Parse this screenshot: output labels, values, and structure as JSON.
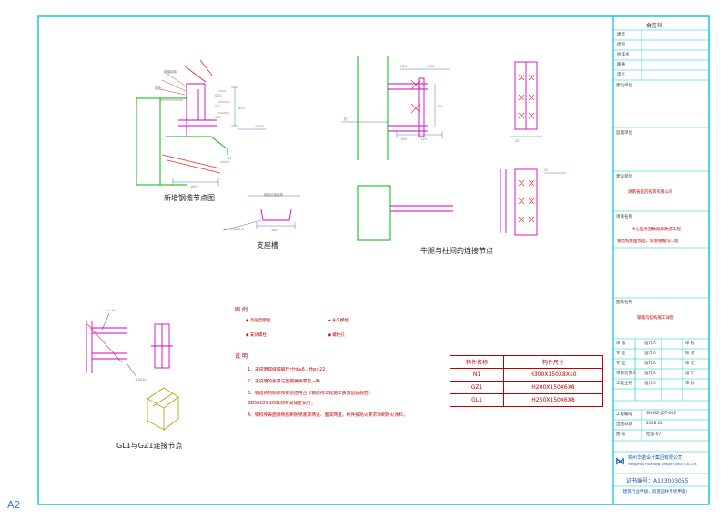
{
  "sheet_size": "A2",
  "titles": {
    "new_gutter_node": "新增钢檐节点图",
    "support_channel": "支座槽",
    "column_connection": "牛腿与柱间的连接节点",
    "beam_connection": "GL1与GZ1连接节点"
  },
  "legend": {
    "title": "图  例",
    "items": [
      {
        "symbol": "◆",
        "label": "高强度螺栓"
      },
      {
        "symbol": "◆",
        "label": "永久螺栓"
      },
      {
        "symbol": "◆",
        "label": "安装螺栓"
      },
      {
        "symbol": "●",
        "label": "螺栓孔"
      }
    ]
  },
  "notes": {
    "title": "说  明",
    "items": [
      "1、未说明焊缝焊脚尺寸hf≥6，Hw>22",
      "2、未说明的板厚与型钢翼缘厚度一致",
      "3、钢结构的制作和安装应符合《钢结构工程施工质量验收规范》",
      "   GB50205-2001的有关规定执行；",
      "4、钢构件表面除锈后刷防锈底漆两道、面漆两道，构件按防火要求涂刷防火涂料。"
    ]
  },
  "spec_table": {
    "headers": [
      "构件名称",
      "构件尺寸"
    ],
    "rows": [
      [
        "N1",
        "H300X150X8X10"
      ],
      [
        "GZ1",
        "H200X150X6X8"
      ],
      [
        "GL1",
        "H250X150X6X8"
      ]
    ]
  },
  "title_block": {
    "sign_title": "会签栏",
    "sign_rows": [
      "建筑",
      "结构",
      "给排水",
      "暖通",
      "电气"
    ],
    "sections": [
      "建设单位",
      "监理单位",
      "建设单位",
      "项目名称",
      "图纸名称"
    ],
    "client": "湖南省医药投资有限公司",
    "project": "中心医务部数据库改造工程",
    "sub_project": "钢结构屋面加固，新增钢檐沟工程",
    "drawing_name": "钢檐沟结构施工详图",
    "staff_rows": [
      [
        "审  核",
        "设计人",
        "审  核"
      ],
      [
        "专  业",
        "设计人",
        "校  对"
      ],
      [
        "专  业",
        "设计人",
        "审  定"
      ],
      [
        "项目负责人",
        "设计人",
        "设  计"
      ],
      [
        "工程主持",
        "设计人",
        "审  核"
      ]
    ],
    "info_rows": [
      [
        "工程编号",
        "SHJGZ-JGT-002"
      ],
      [
        "出图日期",
        "2018.08"
      ],
      [
        "图  号",
        "结施-07"
      ]
    ],
    "company_cn": "杭州华诺设计集团有限公司",
    "company_en": "Hangzhou Huanong Design Group Co.,Ltd.",
    "certificate": "证书编号：A133003055",
    "footer_note": "（建筑行业甲级，风景园林专项甲级）"
  }
}
